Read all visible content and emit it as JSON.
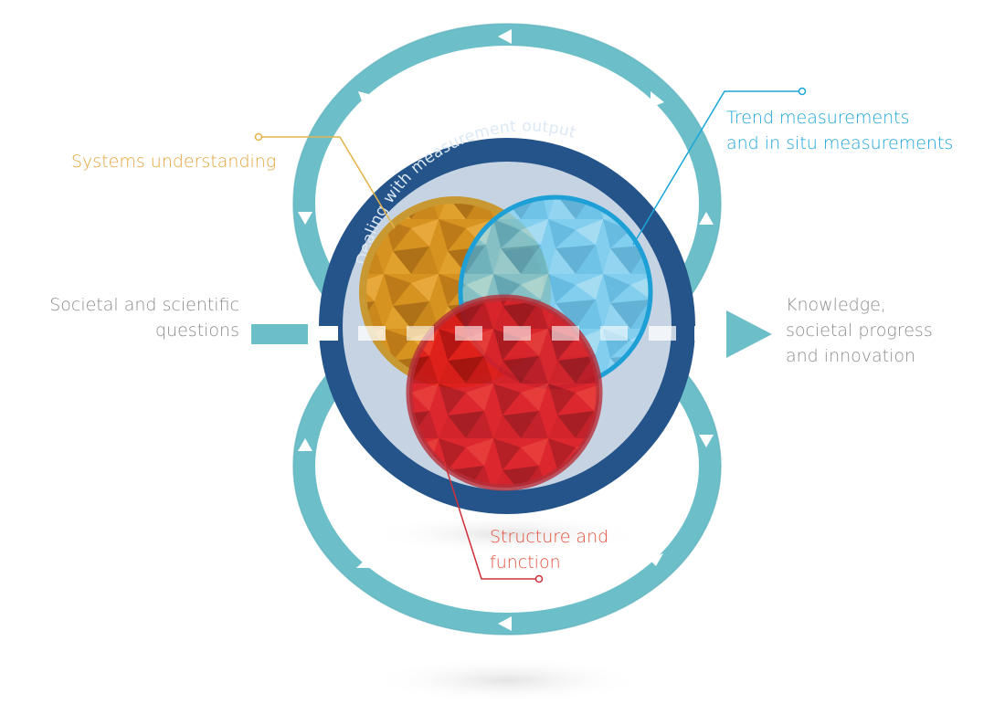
{
  "labels": {
    "systems_understanding": "Systems understanding",
    "trend_line1": "Trend measurements",
    "trend_line2": "and in situ measurements",
    "societal_line1": "Societal and scientific",
    "societal_line2": "questions",
    "knowledge_line1": "Knowledge,",
    "knowledge_line2": "societal progress",
    "knowledge_line3": "and innovation",
    "structure_line1": "Structure and",
    "structure_line2": "function",
    "ring_text": "Dealing with measurement output"
  },
  "colors": {
    "loop": "#6cbfc9",
    "loop_dark": "#4aa3ae",
    "outer_ring": "#24548a",
    "inner_disc": "#c5d3e2",
    "orange": "#e8a125",
    "blue": "#59c4ee",
    "red": "#e0161b",
    "label_orange": "#e3a53a",
    "label_blue": "#1aa6d8",
    "label_gray": "#8c8c8c",
    "label_red": "#e2503c",
    "leader_red": "#d0303a"
  }
}
